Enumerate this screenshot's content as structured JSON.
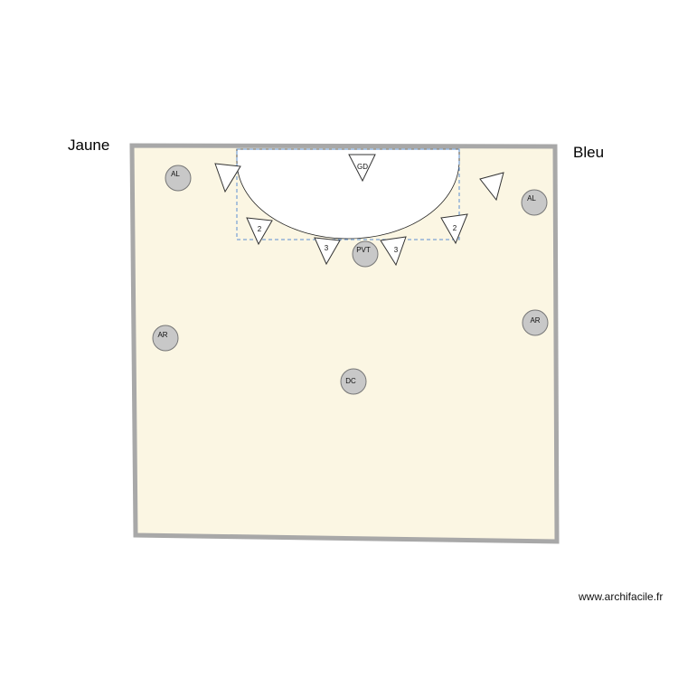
{
  "teams": {
    "left": "Jaune",
    "right": "Bleu"
  },
  "watermark": "www.archifacile.fr",
  "colors": {
    "court": "#fbf6e3",
    "border": "#a8a8a8",
    "player": "#c8c8c8",
    "zone_dash": "#5b8fd0"
  },
  "players": {
    "al_left": "AL",
    "al_right": "AL",
    "ar_left": "AR",
    "ar_right": "AR",
    "pvt": "PVT",
    "dc": "DC"
  },
  "defenders": {
    "gd": "GD",
    "left_2": "2",
    "left_3": "3",
    "right_3": "3",
    "right_2": "2"
  }
}
